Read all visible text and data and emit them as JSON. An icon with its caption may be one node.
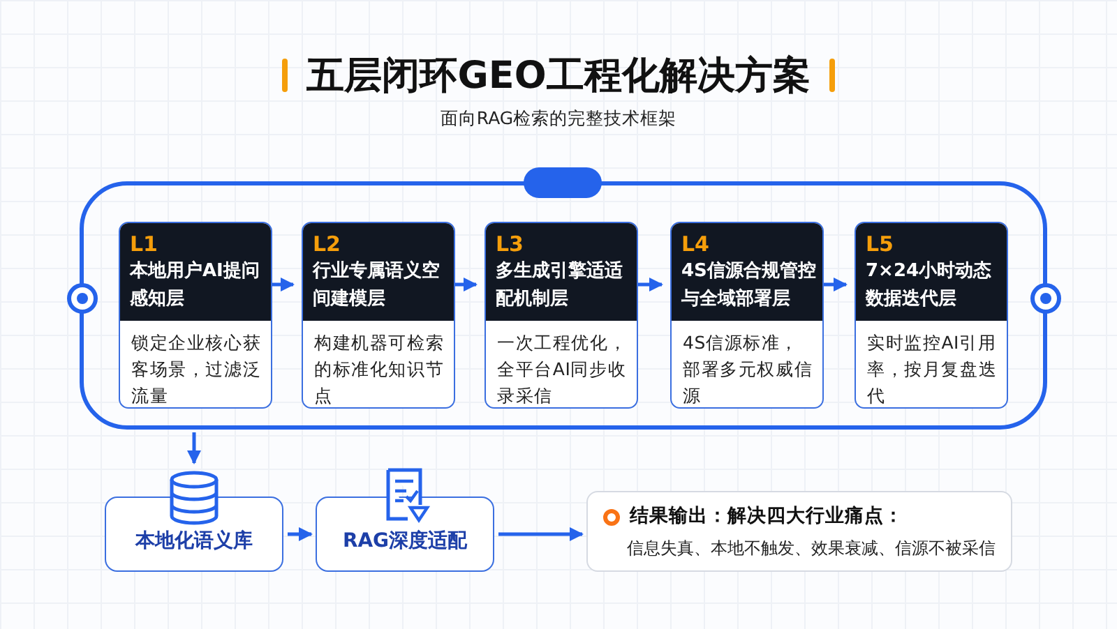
{
  "diagram": {
    "title": "五层闭环GEO工程化解决方案",
    "caption": "面向RAG检索的完整技术框架",
    "nodes": [
      {
        "text": [],
        "shape": "box"
      },
      {
        "text": [
          "L1",
          "本地用户AI提问感知层",
          "锁定企业核心获客场景，过滤泛流量"
        ],
        "in": 0
      },
      {
        "text": [
          "L2",
          "行业专属语义空间建模层",
          "构建机器可检索的标准化知识节点"
        ],
        "in": 0
      },
      {
        "text": [
          "L3",
          "多生成引擎适适配机制层",
          "一次工程优化，全平台AI同步收录采信"
        ],
        "in": 0
      },
      {
        "text": [
          "L4",
          "4S信源合规管控与全域部署层",
          "4S信源标准，部署多元权威信源"
        ],
        "in": 0
      },
      {
        "text": [
          "L5",
          "7×24小时动态数据迭代层",
          "实时监控AI引用率，按月复盘迭代"
        ],
        "in": 0
      },
      {
        "text": [
          "本地化语义库"
        ]
      },
      {
        "text": [
          "RAG深度适配"
        ]
      },
      {
        "text": [
          "结果输出：解决四大行业痛点：",
          "信息失真、本地不触发、效果衰减、信源不被采信"
        ]
      }
    ],
    "edges": [
      {
        "from": 1,
        "to": 2,
        "arrow": "to"
      },
      {
        "from": 2,
        "to": 3,
        "arrow": "to"
      },
      {
        "from": 3,
        "to": 4,
        "arrow": "to"
      },
      {
        "from": 4,
        "to": 5,
        "arrow": "to"
      },
      {
        "from": 0,
        "to": 6,
        "arrow": "to"
      },
      {
        "from": 6,
        "to": 7,
        "arrow": "to"
      },
      {
        "from": 7,
        "to": 8,
        "arrow": "to"
      }
    ]
  }
}
